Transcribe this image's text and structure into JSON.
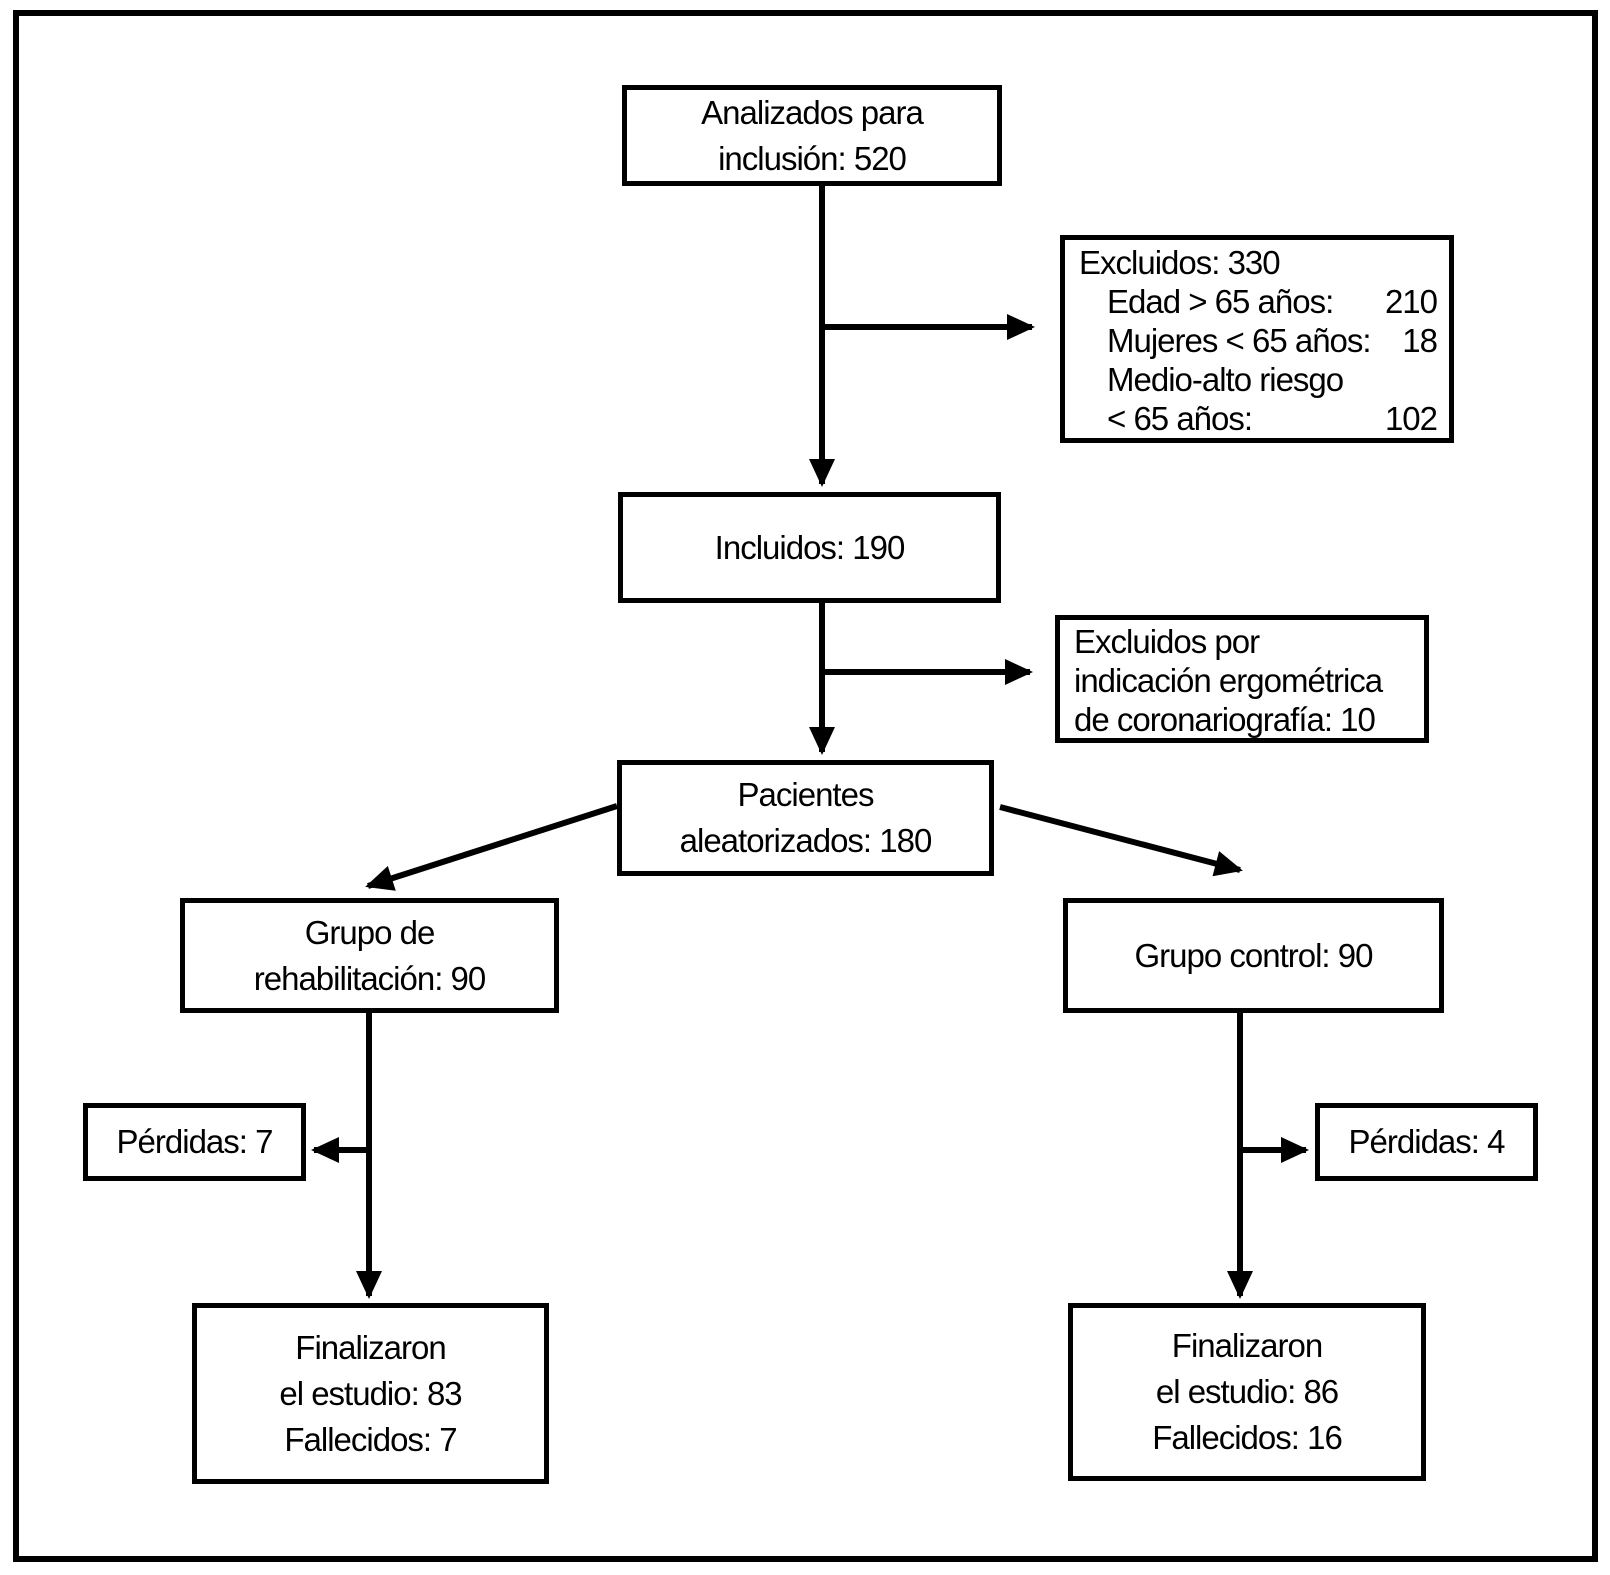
{
  "figure": {
    "colors": {
      "line": "#000000",
      "background": "#ffffff"
    },
    "boxes": {
      "analizados": {
        "line1": "Analizados para",
        "line2": "inclusión: 520"
      },
      "excluidos_inclusion": {
        "title": "Excluidos: 330",
        "items": [
          {
            "label": "Edad > 65 años:",
            "value": "210"
          },
          {
            "label": "Mujeres < 65 años:",
            "value": "18"
          },
          {
            "label": "Medio-alto riesgo",
            "value": ""
          },
          {
            "label": "< 65 años:",
            "value": "102"
          }
        ]
      },
      "incluidos": {
        "text": "Incluidos: 190"
      },
      "excluidos_ergometrica": {
        "line1": "Excluidos por",
        "line2": "indicación ergométrica",
        "line3": "de coronariografía: 10"
      },
      "pacientes_aleatorizados": {
        "line1": "Pacientes",
        "line2": "aleatorizados: 180"
      },
      "grupo_rehabilitacion": {
        "line1": "Grupo de",
        "line2": "rehabilitación: 90"
      },
      "grupo_control": {
        "text": "Grupo control: 90"
      },
      "perdidas_izquierda": {
        "text": "Pérdidas: 7"
      },
      "perdidas_derecha": {
        "text": "Pérdidas: 4"
      },
      "finalizaron_izquierda": {
        "line1": "Finalizaron",
        "line2": "el estudio: 83",
        "line3": "Fallecidos: 7"
      },
      "finalizaron_derecha": {
        "line1": "Finalizaron",
        "line2": "el estudio: 86",
        "line3": "Fallecidos: 16"
      }
    }
  }
}
